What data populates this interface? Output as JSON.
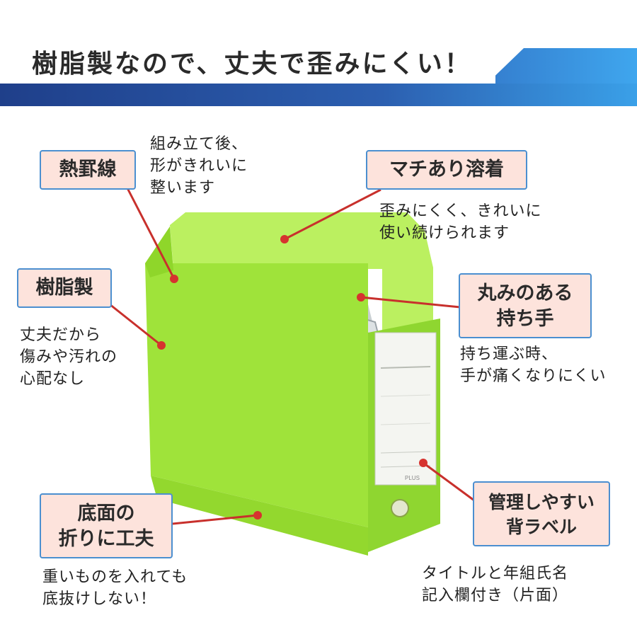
{
  "header": {
    "title": "樹脂製なので、丈夫で歪みにくい！"
  },
  "callouts": {
    "hot_crease": {
      "label": "熱罫線",
      "desc": "組み立て後、\n形がきれいに\n整います"
    },
    "gusset_weld": {
      "label": "マチあり溶着",
      "desc": "歪みにくく、きれいに\n使い続けられます"
    },
    "resin": {
      "label": "樹脂製",
      "desc": "丈夫だから\n傷みや汚れの\n心配なし"
    },
    "round_handle": {
      "label_line1": "丸みのある",
      "label_line2": "持ち手",
      "desc": "持ち運ぶ時、\n手が痛くなりにくい"
    },
    "bottom_fold": {
      "label_line1": "底面の",
      "label_line2": "折りに工夫",
      "desc": "重いものを入れても\n底抜けしない！"
    },
    "spine_label": {
      "label_line1": "管理しやすい",
      "label_line2": "背ラベル",
      "desc": "タイトルと年組氏名\n記入欄付き（片面）"
    }
  },
  "product": {
    "body_color": "#a6e83a",
    "brand_mark": "PLUS"
  },
  "colors": {
    "banner_dark": "#1f3f8a",
    "banner_light": "#3fa6ee",
    "label_bg": "#fde3dc",
    "label_border": "#4b8fd0",
    "leader": "#c8302c"
  }
}
